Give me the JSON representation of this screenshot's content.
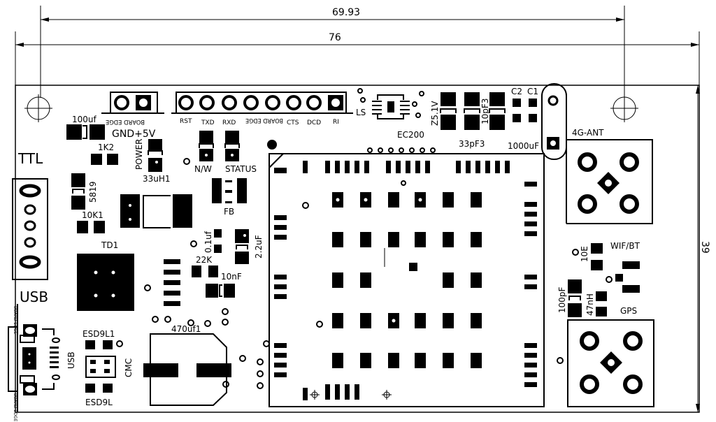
{
  "dimensions": {
    "inner_width": "69.93",
    "outer_width": "76",
    "height": "39"
  },
  "connectors": {
    "ttl": "TTL",
    "usb": "USB",
    "usb_conn": "USB",
    "power_pins": "GND+5V",
    "board_edge": "BOARD EDGE",
    "header_pins": [
      "RST",
      "TXD",
      "RXD",
      "CTS",
      "DCD",
      "RI"
    ]
  },
  "components": {
    "c100uf": "100uf",
    "r1k2": "1K2",
    "power": "POWER",
    "l33uh1": "33uH1",
    "d5819": "5819",
    "r10k1": "10K1",
    "td1": "TD1",
    "nw": "N/W",
    "status": "STATUS",
    "fb": "FB",
    "c01uf": "0.1uf",
    "c22uf": "2.2uF",
    "r22k": "22K",
    "c10nf": "10nF",
    "c470uf1": "470uf1",
    "esd9l1": "ESD9L1",
    "esd9l": "ESD9L",
    "cmc": "CMC",
    "ls": "LS",
    "ec200": "EC200",
    "z51v": "Z5.1V",
    "c10pf3": "10pF3",
    "c33pf3": "33pF3",
    "c2": "C2",
    "c1": "C1",
    "c1000uf": "1000uF",
    "ant4g": "4G-ANT",
    "wifbt": "WIF/BT",
    "r10e": "10E",
    "c100pf": "100pF",
    "l47nh": "47nH",
    "gps": "GPS"
  }
}
